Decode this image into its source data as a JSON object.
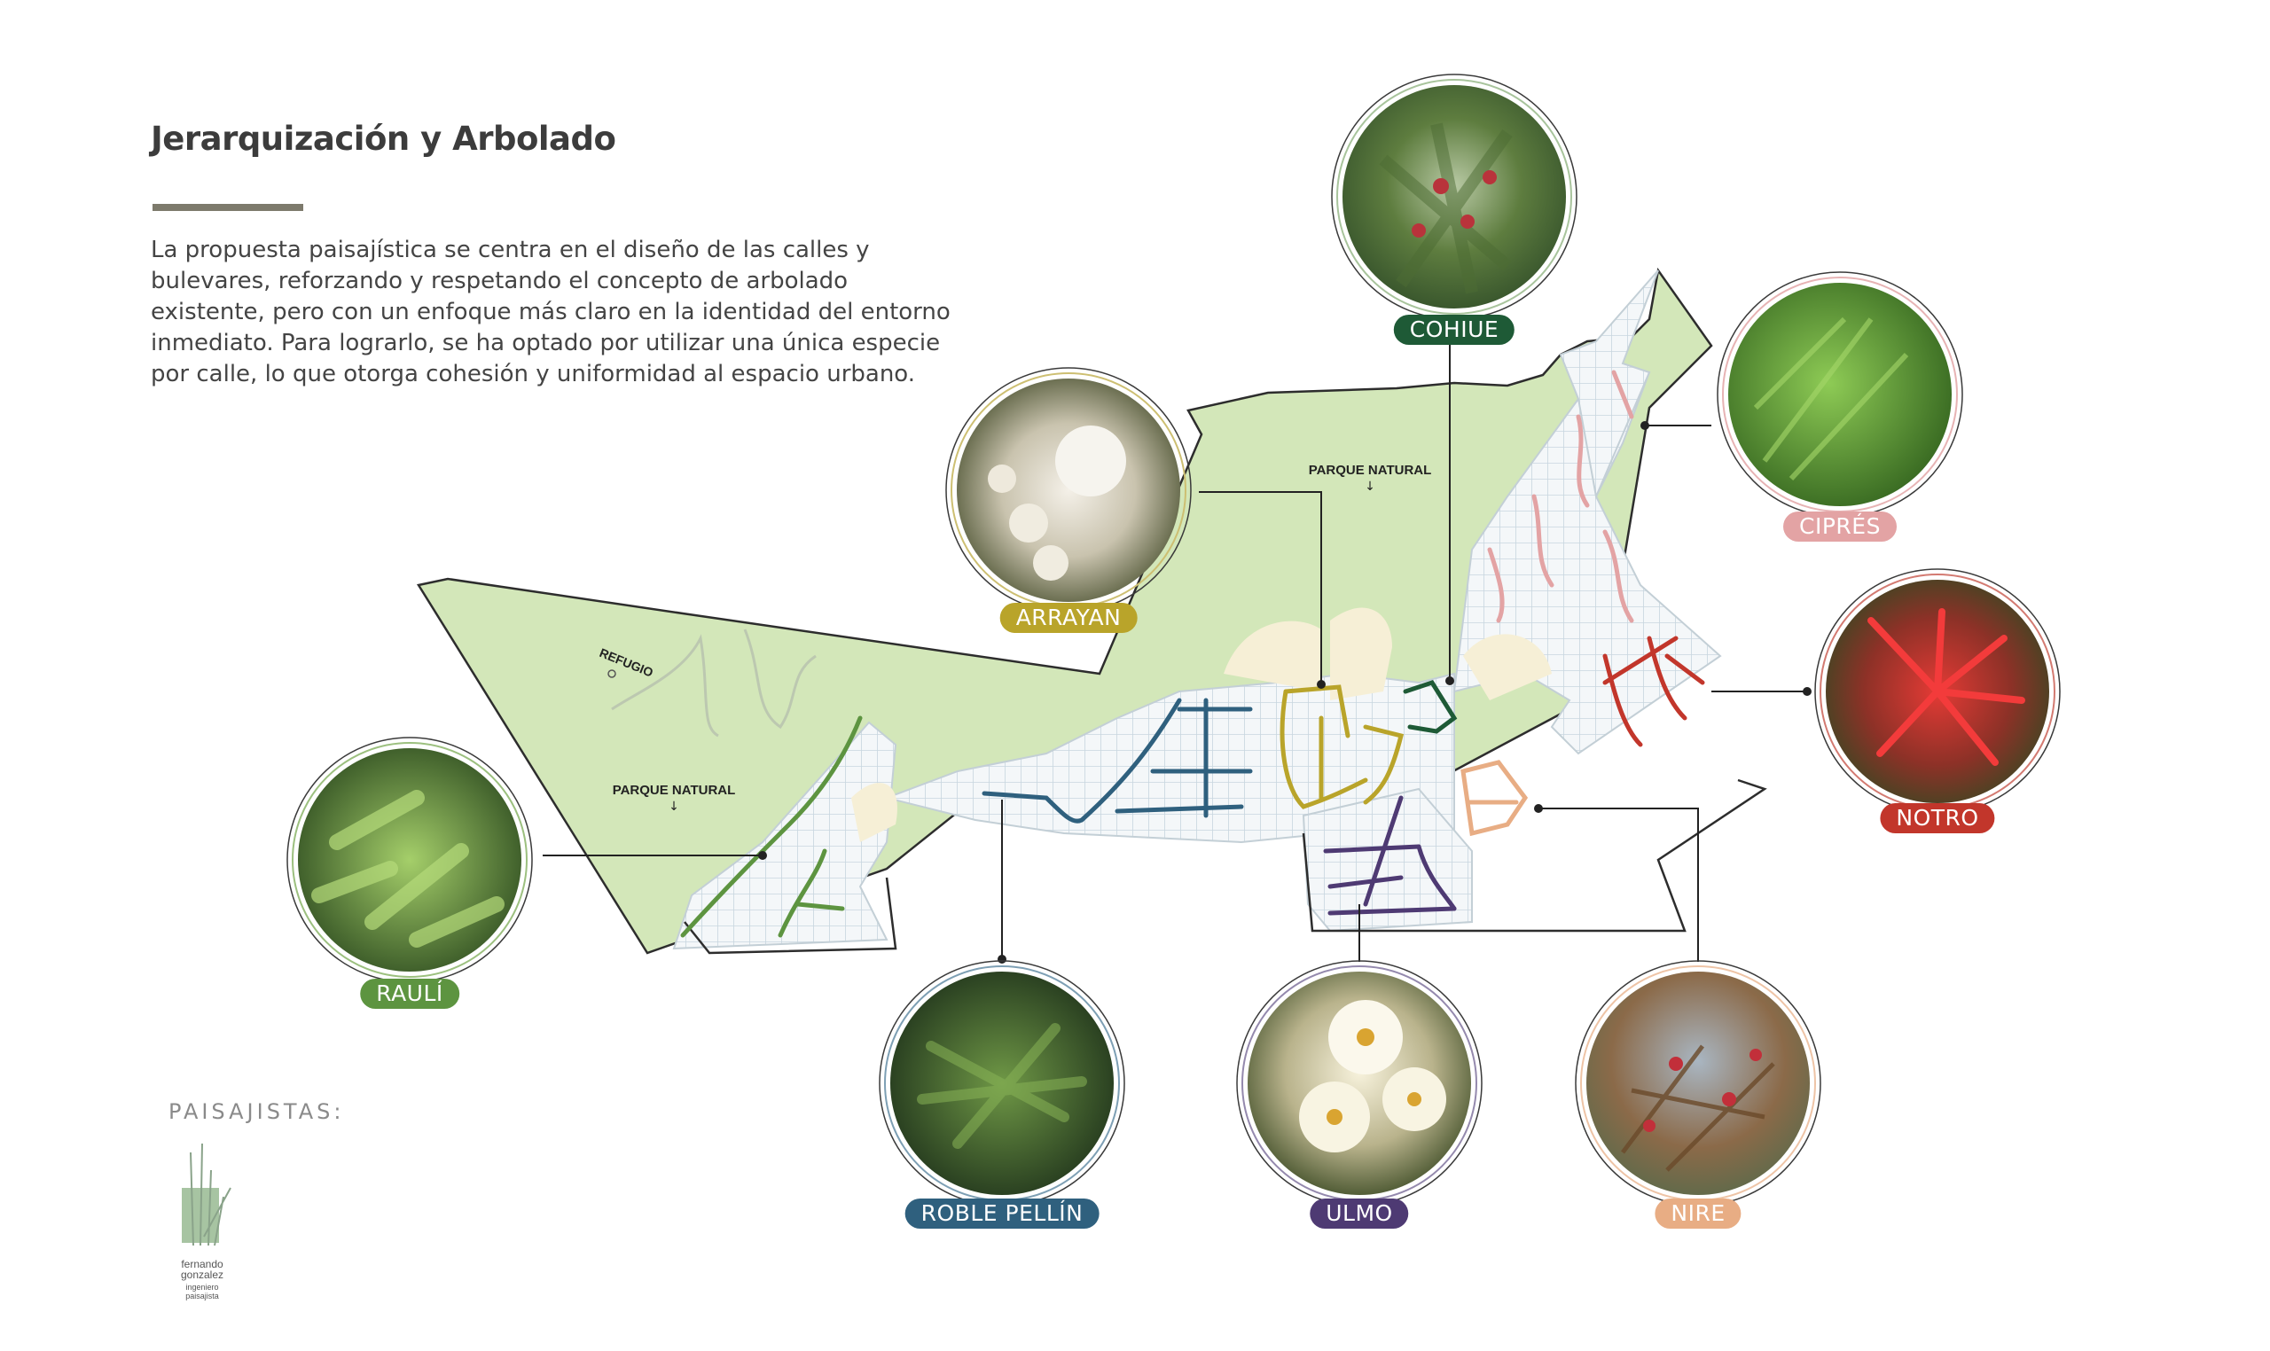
{
  "header": {
    "title": "Jerarquización y Arbolado",
    "intro": "La propuesta paisajística se centra en el diseño de las calles y bulevares, reforzando y respetando el concepto de arbolado existente, pero con un enfoque más claro en la identidad del entorno inmediato. Para lograrlo, se ha optado por utilizar una única especie por calle, lo que otorga cohesión y uniformidad al espacio urbano."
  },
  "map_labels": {
    "park_north": "PARQUE NATURAL",
    "park_west": "PARQUE NATURAL",
    "refuge": "REFUGIO"
  },
  "species": [
    {
      "id": "cohiue",
      "label": "COHIUE",
      "color": "#1e5a36",
      "icon": "cohiue-leaves-photo"
    },
    {
      "id": "cipres",
      "label": "CIPRÉS",
      "color": "#e3a3a4",
      "icon": "cypress-foliage-photo"
    },
    {
      "id": "notro",
      "label": "NOTRO",
      "color": "#c2362b",
      "icon": "notro-flower-photo"
    },
    {
      "id": "arrayan",
      "label": "ARRAYAN",
      "color": "#b9a42a",
      "icon": "arrayan-flower-photo"
    },
    {
      "id": "rauli",
      "label": "RAULÍ",
      "color": "#5d9440",
      "icon": "rauli-leaves-photo"
    },
    {
      "id": "roble",
      "label": "ROBLE PELLÍN",
      "color": "#2f607e",
      "icon": "roble-pellin-leaves-photo"
    },
    {
      "id": "ulmo",
      "label": "ULMO",
      "color": "#4e3a73",
      "icon": "ulmo-flower-photo"
    },
    {
      "id": "nire",
      "label": "NIRE",
      "color": "#e8ad84",
      "icon": "nire-leaves-photo"
    }
  ],
  "footer": {
    "designers_label": "PAISAJISTAS:",
    "logo_name_1": "fernando",
    "logo_name_2": "gonzalez",
    "logo_role_1": "ingeniero",
    "logo_role_2": "paisajista"
  },
  "colors": {
    "park_green": "#d3e7b9",
    "sand": "#f6efd6",
    "text": "#3c3c3c",
    "rule": "#7d7a6c"
  }
}
